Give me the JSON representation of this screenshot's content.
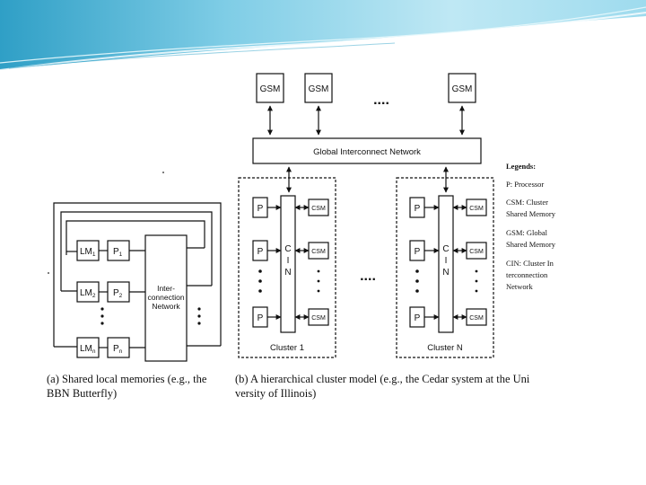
{
  "diagram_a": {
    "local_memories": [
      "LM",
      "LM",
      "LM"
    ],
    "local_memory_subscripts": [
      "1",
      "2",
      "n"
    ],
    "processors": [
      "P",
      "P",
      "P"
    ],
    "processor_subscripts": [
      "1",
      "2",
      "n"
    ],
    "network_lines": [
      "Inter-",
      "connection",
      "Network"
    ],
    "caption_lines": [
      "(a) Shared local memories (e.g., the",
      "BBN Butterfly)"
    ]
  },
  "diagram_b": {
    "gsm_labels": [
      "GSM",
      "GSM",
      "GSM"
    ],
    "gsm_ellipsis": "....",
    "global_network": "Global Interconnect Network",
    "clusters": [
      {
        "name": "Cluster 1",
        "cin_letters": [
          "C",
          "I",
          "N"
        ],
        "processors": [
          "P",
          "P",
          "P"
        ],
        "csm_labels": [
          "CSM",
          "CSM",
          "CSM"
        ]
      },
      {
        "name": "Cluster N",
        "cin_letters": [
          "C",
          "I",
          "N"
        ],
        "processors": [
          "P",
          "P",
          "P"
        ],
        "csm_labels": [
          "CSM",
          "CSM",
          "CSM"
        ]
      }
    ],
    "cluster_ellipsis": "....",
    "caption_lines": [
      "(b) A hierarchical cluster model (e.g., the Cedar system at the Uni",
      "versity of Illinois)"
    ]
  },
  "legend": {
    "lines": [
      "Legends:",
      "P: Processor",
      "CSM: Cluster",
      "Shared Memory",
      "GSM: Global",
      "Shared Memory",
      "CIN: Cluster In",
      "terconnection",
      "Network"
    ]
  },
  "colors": {
    "header_light": "#cdeef6",
    "header_mid": "#8fd3e8",
    "header_dark": "#3aa8cc",
    "figure_bg": "#ffffff",
    "ink": "#111111"
  }
}
